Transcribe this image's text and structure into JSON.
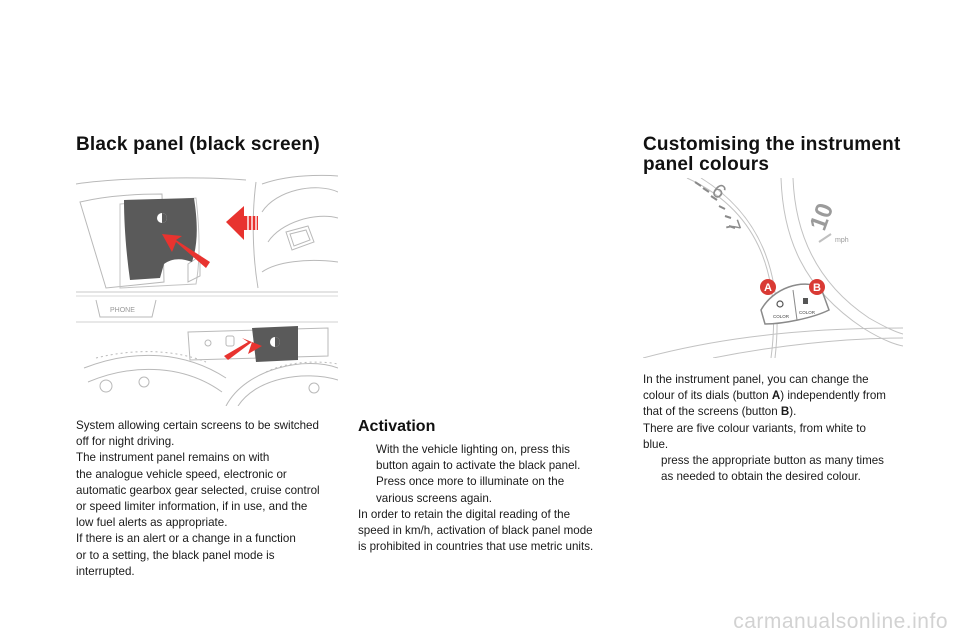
{
  "left": {
    "title": "Black panel (black screen)",
    "illustration": {
      "label_phone": "PHONE"
    },
    "body": [
      "System allowing certain screens to be switched",
      "off for night driving.",
      "The instrument panel remains on with",
      "the analogue vehicle speed, electronic or",
      "automatic gearbox gear selected, cruise control",
      "or speed limiter information, if in use, and the",
      "low fuel alerts as appropriate.",
      "If there is an alert or a change in a function",
      "or to a setting, the black panel mode is",
      "interrupted."
    ]
  },
  "middle": {
    "title": "Activation",
    "bullets": [
      [
        "With the vehicle lighting on, press this",
        "button again to activate the black panel."
      ],
      [
        "Press once more to illuminate on the",
        "various screens again."
      ]
    ],
    "bullet_mark": "",
    "body": [
      "In order to retain the digital reading of the",
      "speed in km/h, activation of black panel mode",
      "is prohibited in countries that use metric units."
    ]
  },
  "right": {
    "title_line1": "Customising the instrument",
    "title_line2": "panel colours",
    "illustration": {
      "dial_6": "6",
      "dial_7": "7",
      "dial_10": "10",
      "dial_unit": "mph",
      "button_a": "A",
      "button_b": "B",
      "button_text": "COLOR"
    },
    "body": {
      "line1": "In the instrument panel, you can change the",
      "line2_pre": "colour of its dials (button ",
      "line2_bold": "A",
      "line2_post": ") independently from",
      "line3_pre": "that of the screens (button ",
      "line3_bold": "B",
      "line3_post": ").",
      "line4": "There are five colour variants, from white to",
      "line5": "blue.",
      "bullet_l1": "press the appropriate button as many times",
      "bullet_l2": "as needed to obtain the desired colour."
    }
  },
  "watermark": "carmanualsonline.info",
  "colors": {
    "arrow": "#e8332f",
    "button_label": "#d93a34"
  }
}
